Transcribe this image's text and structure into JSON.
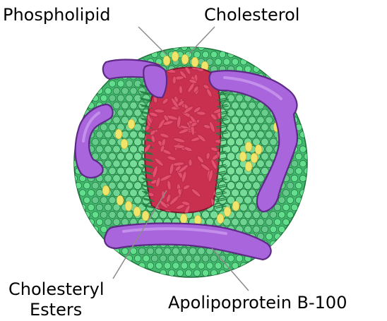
{
  "labels": {
    "phospholipid": "Phospholipid",
    "cholesterol": "Cholesterol",
    "cholesteryl_esters_line1": "Cholesteryl",
    "cholesteryl_esters_line2": "Esters",
    "apolipoprotein": "Apolipoprotein B-100"
  },
  "colors": {
    "phospholipid_head": "#62de8c",
    "phospholipid_tail": "#1e7a3e",
    "cholesterol": "#f1e46a",
    "cholesteryl_ester": "#e3506e",
    "core": "#c9304f",
    "apolipoprotein": "#a865dc",
    "label_text": "#000000",
    "leader_line": "#8c8c8c"
  }
}
